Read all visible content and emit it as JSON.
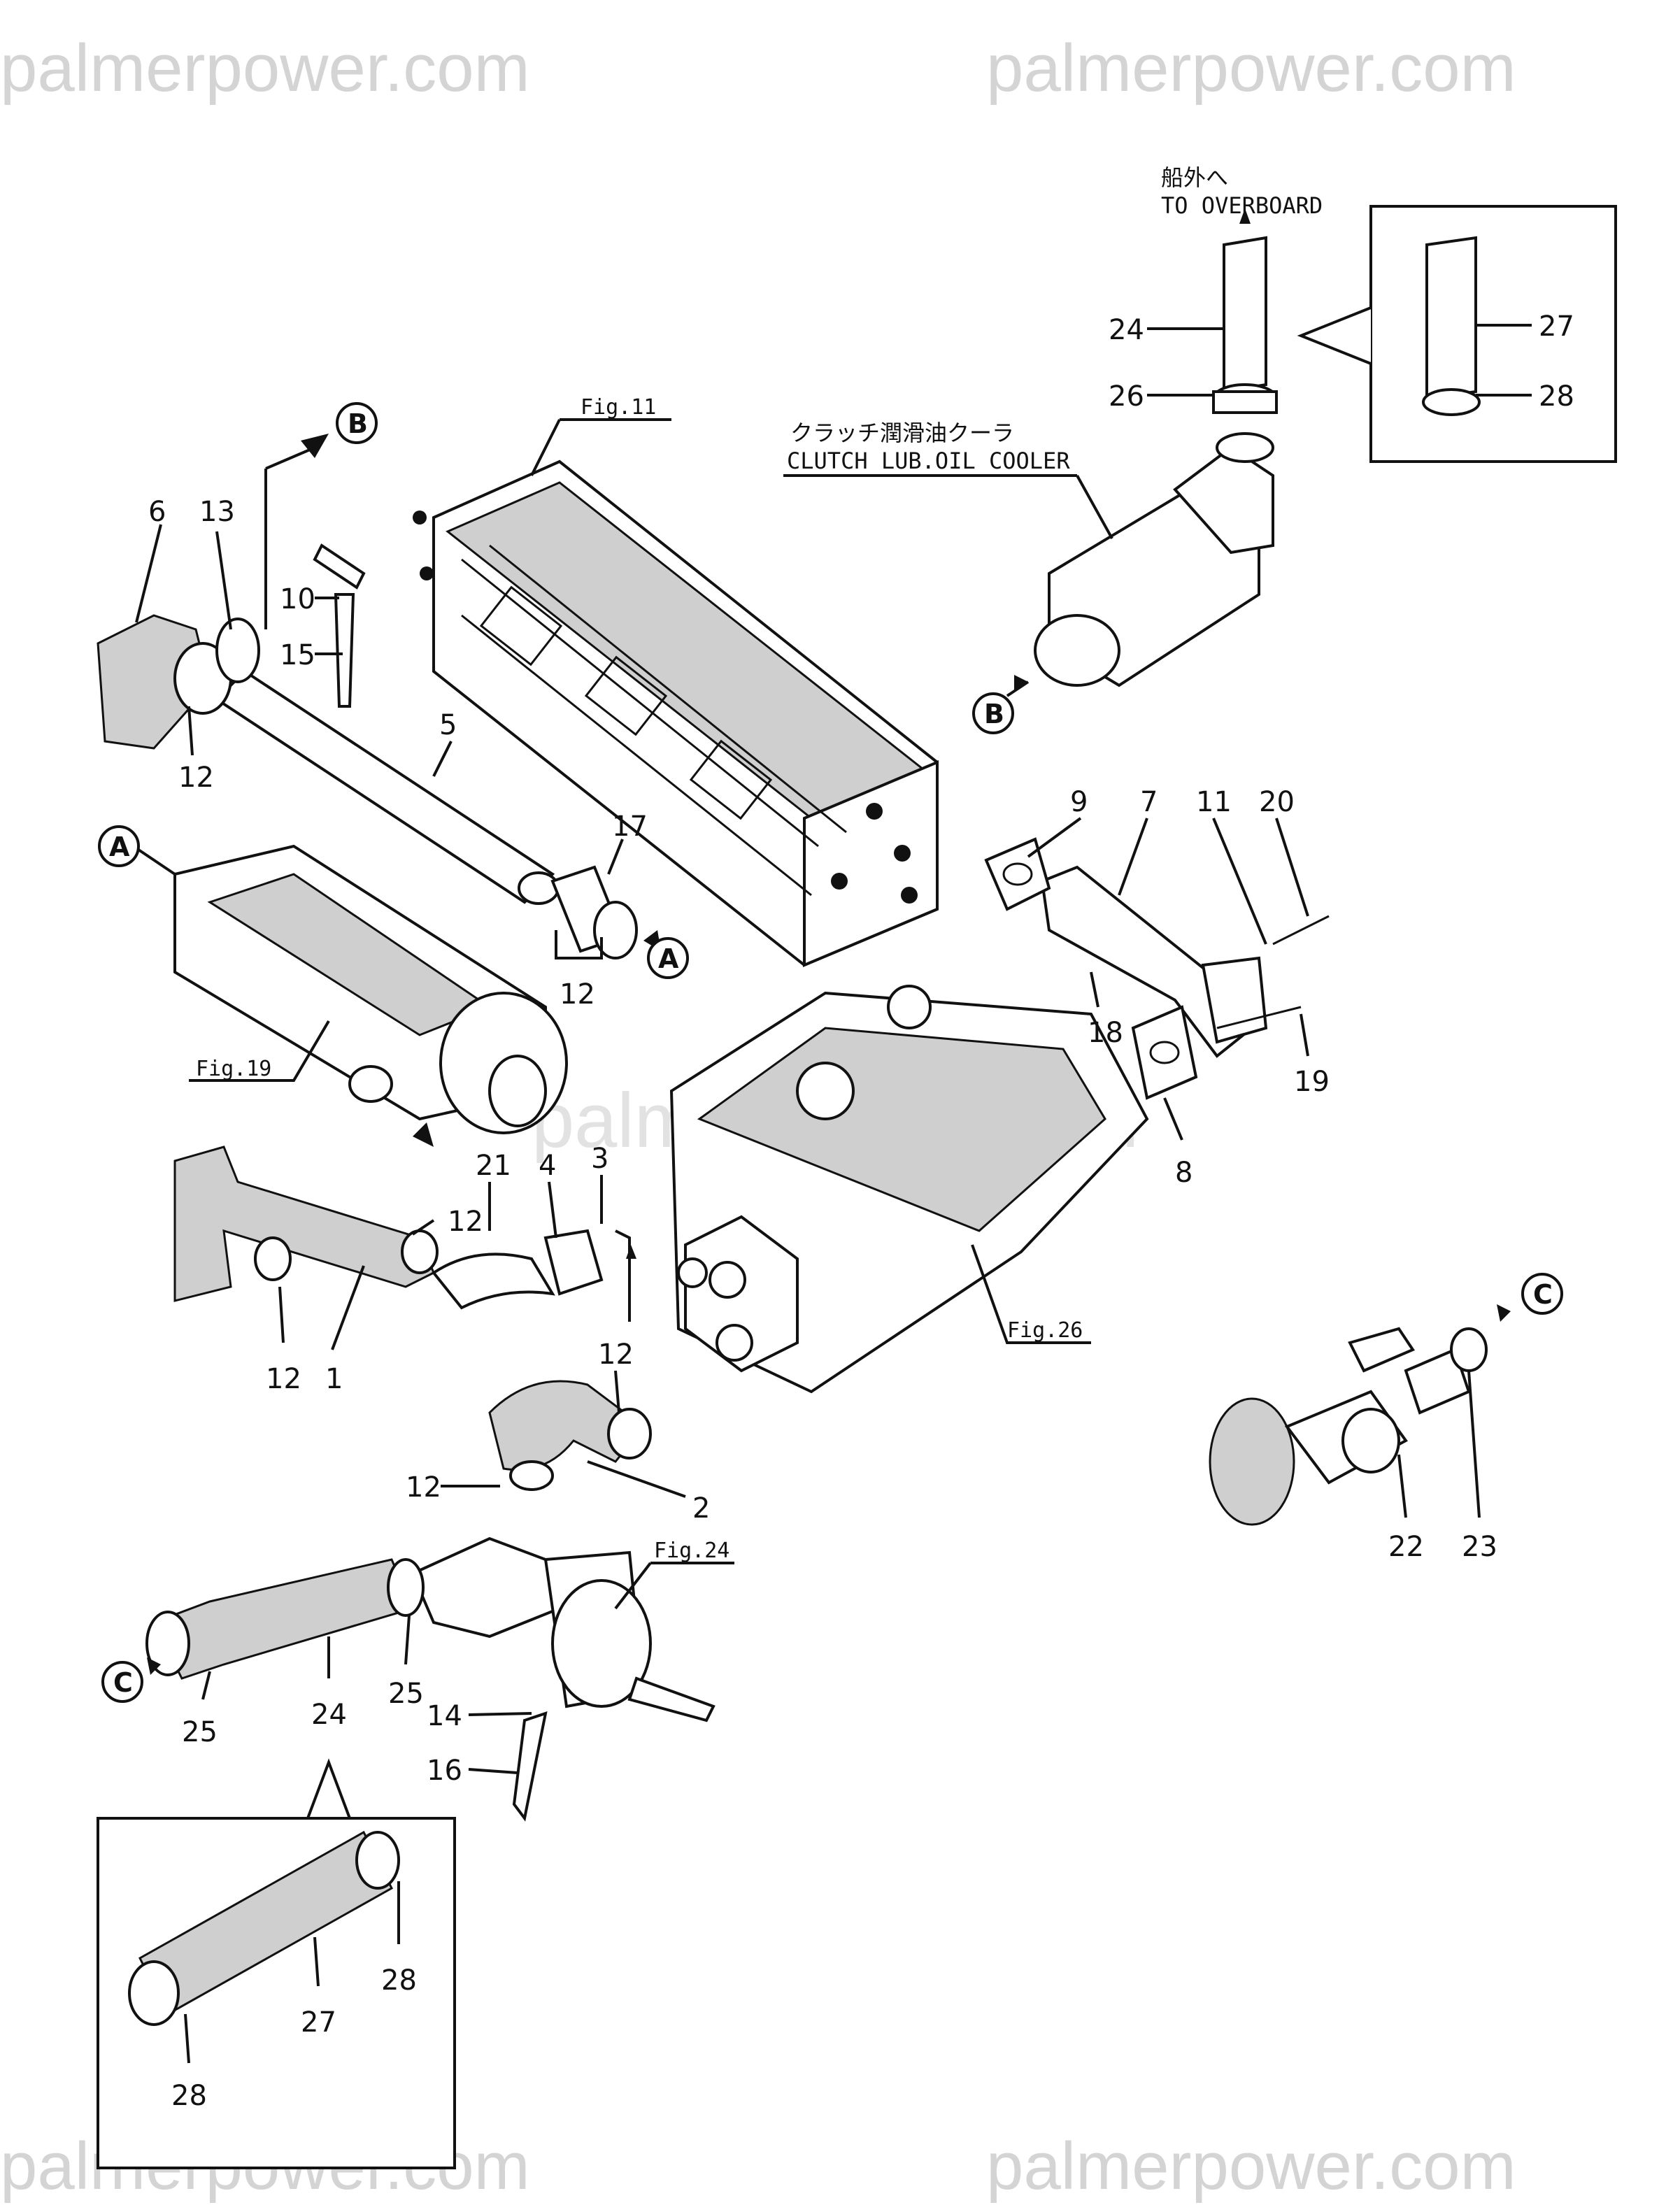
{
  "watermark": {
    "text": "palmerpower.com",
    "center_text": "palmerpower.com"
  },
  "figure_refs": {
    "fig11": "Fig.11",
    "fig19": "Fig.19",
    "fig26": "Fig.26",
    "fig24": "Fig.24"
  },
  "annotations": {
    "overboard_jp": "船外へ",
    "overboard_en": "TO OVERBOARD",
    "clutch_jp": "クラッチ潤滑油クーラ",
    "clutch_en": "CLUTCH LUB.OIL COOLER"
  },
  "connectors": {
    "A": "A",
    "B": "B",
    "C": "C"
  },
  "callouts": {
    "c1": "1",
    "c2": "2",
    "c3": "3",
    "c4": "4",
    "c5": "5",
    "c6": "6",
    "c7": "7",
    "c8": "8",
    "c9": "9",
    "c10": "10",
    "c11": "11",
    "c12": "12",
    "c13": "13",
    "c14": "14",
    "c15": "15",
    "c16": "16",
    "c17": "17",
    "c18": "18",
    "c19": "19",
    "c20": "20",
    "c21": "21",
    "c22": "22",
    "c23": "23",
    "c24": "24",
    "c25": "25",
    "c26": "26",
    "c27": "27",
    "c28": "28"
  }
}
